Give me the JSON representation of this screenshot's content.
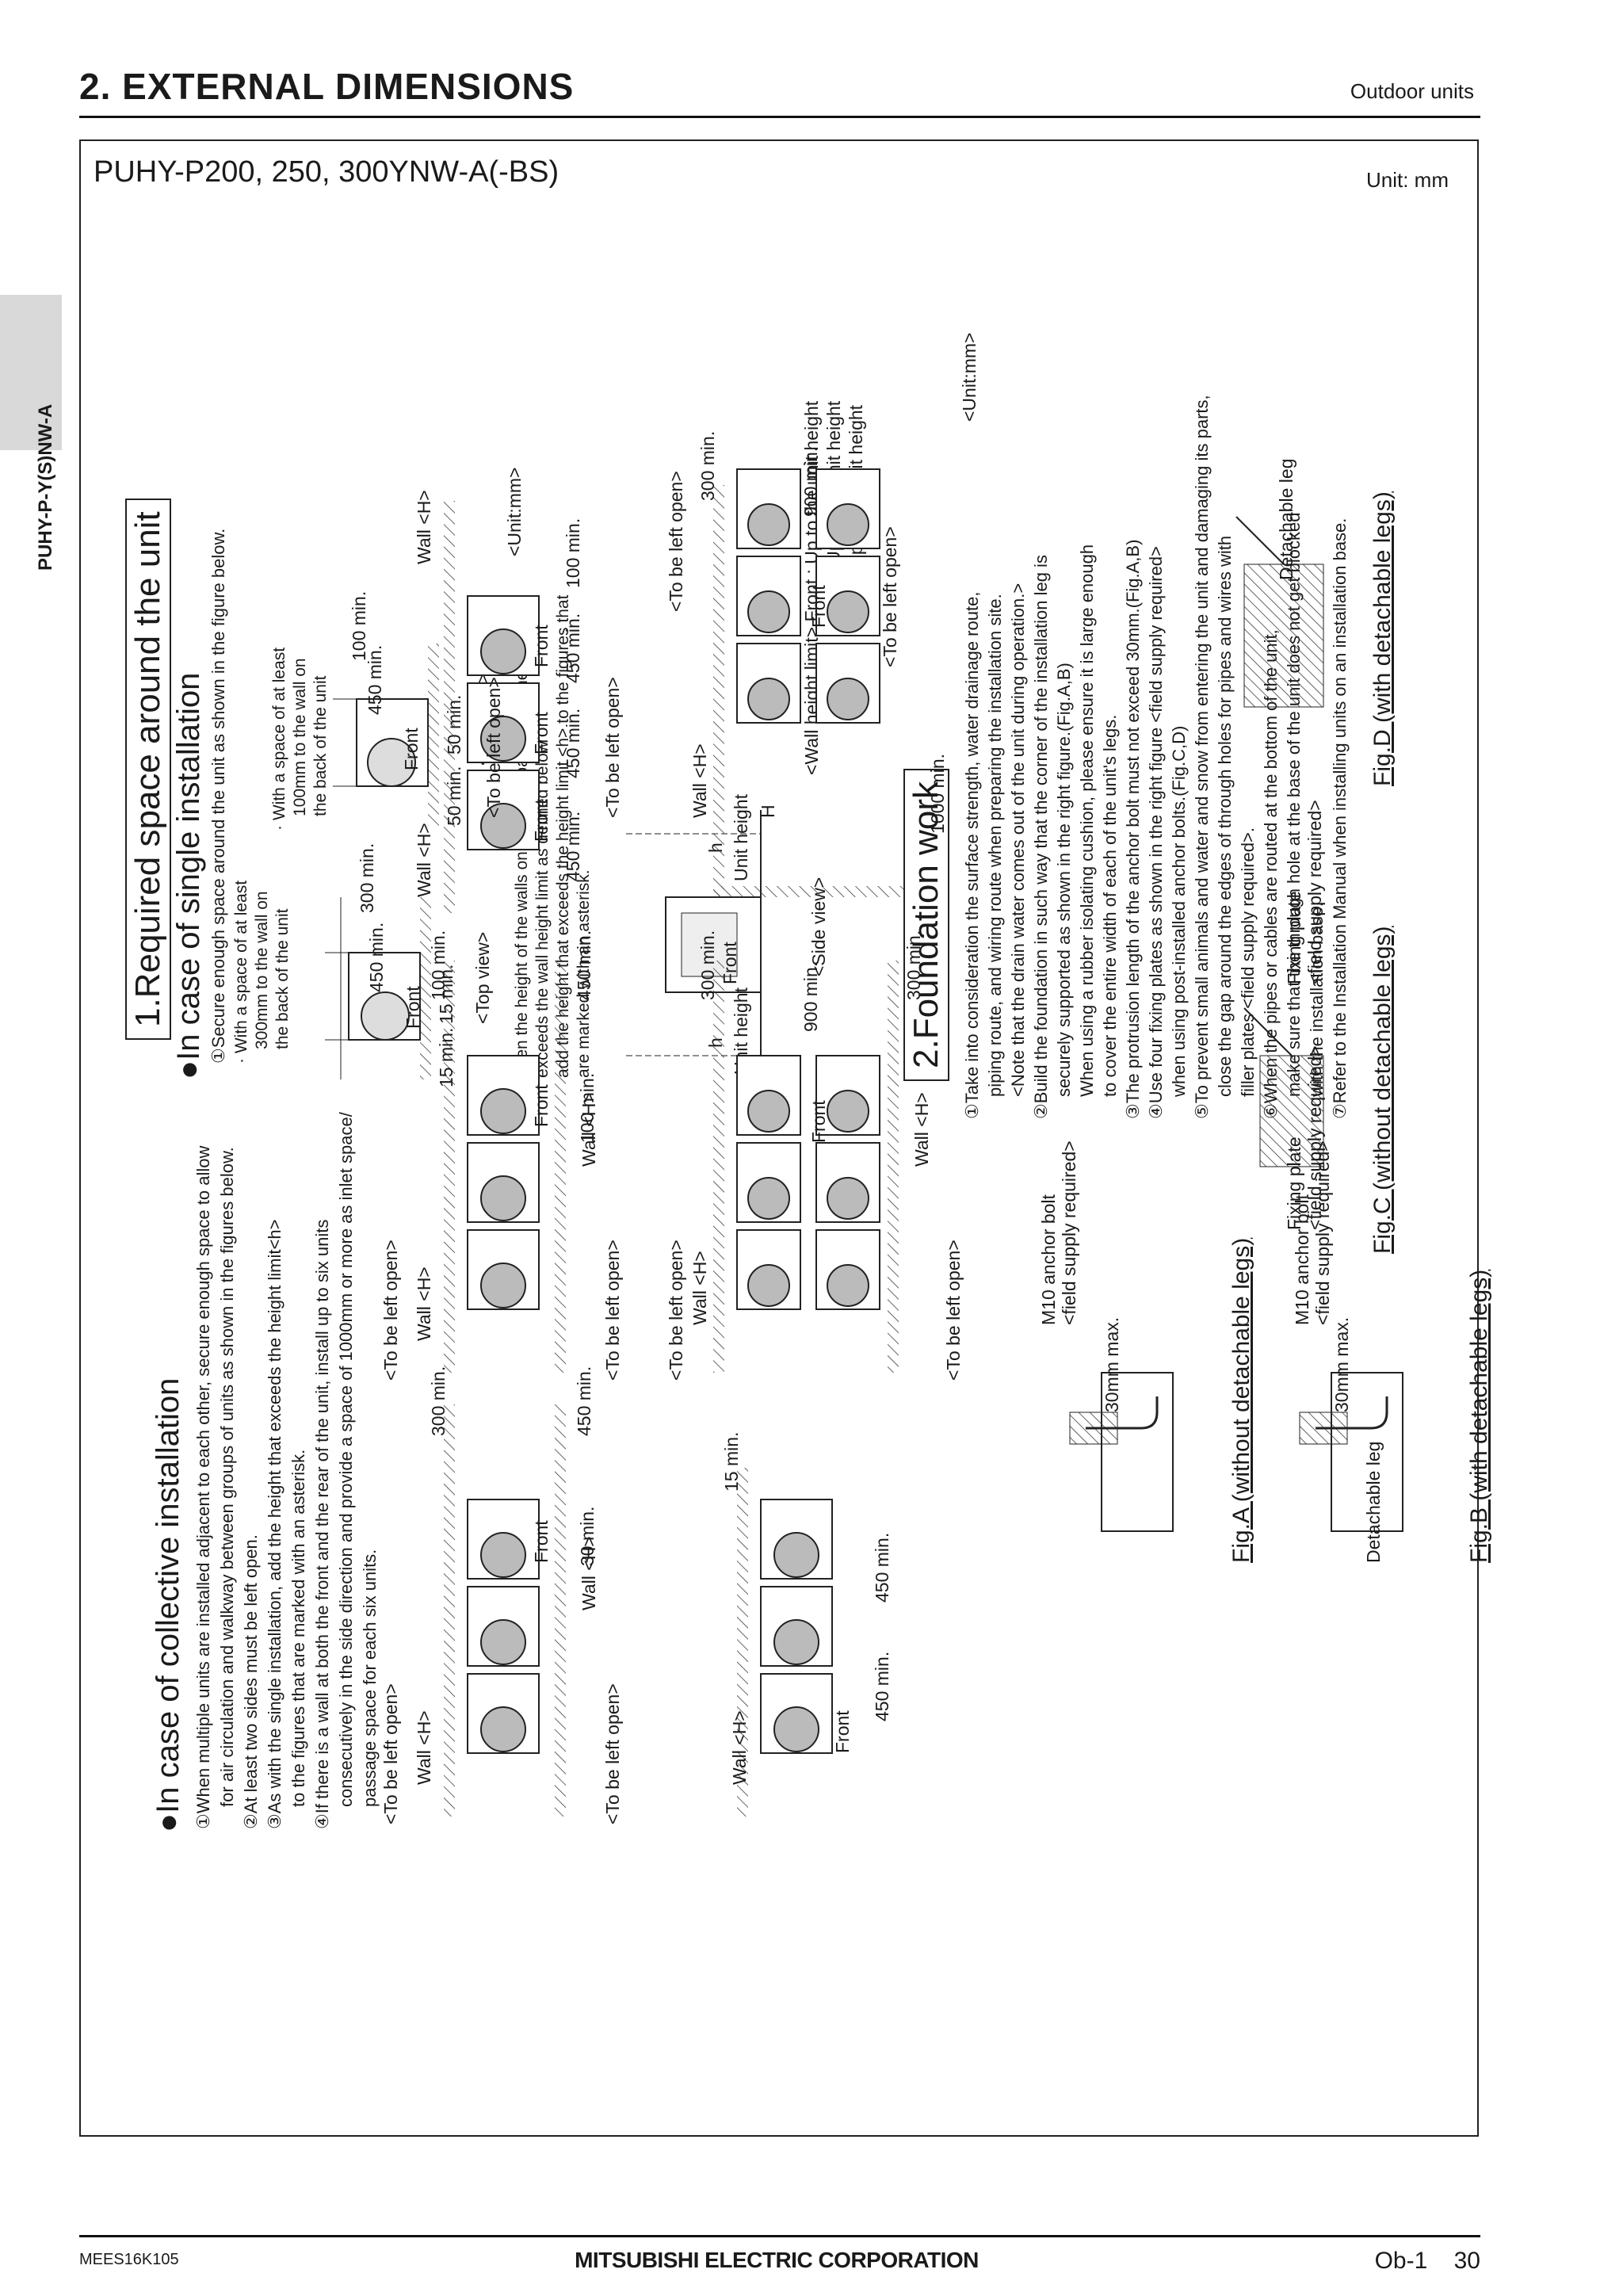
{
  "header": {
    "title": "2. EXTERNAL DIMENSIONS",
    "section": "Outdoor units"
  },
  "side_tab": {
    "label": "PUHY-P-Y(S)NW-A"
  },
  "panel": {
    "model": "PUHY-P200, 250, 300YNW-A(-BS)",
    "unit": "Unit: mm"
  },
  "required_space": {
    "heading": "1.Required space around the unit",
    "single": {
      "heading": "●In case of single installation",
      "item1": "①Secure enough space around the unit as shown in the figure below.",
      "note_left": [
        "· With a space of at least",
        "300mm to the wall on",
        "the back of the unit"
      ],
      "note_right": [
        "· With a space of at least",
        "100mm to the wall on",
        "the back of the unit"
      ],
      "left_dims": {
        "a": "300 min.",
        "b": "450 min.",
        "c": "15 min.",
        "d": "15 min."
      },
      "right_dims": {
        "a": "100 min.",
        "b": "450 min.",
        "c": "50 min.",
        "d": "50 min."
      },
      "front": "Front",
      "top_view": "<Top view>",
      "unit_mm": "<Unit:mm>",
      "item2": [
        "②When the height of the walls on the front, back or on the sides<H>",
        "exceeds the wall height limit as defined below",
        "add the height that exceeds the height limit <h> to the figures that",
        "are marked with an asterisk."
      ],
      "unit_height": "Unit height",
      "h_small": "h",
      "h_big": "H",
      "side_view": "<Side view>",
      "wall_limit": [
        "<Wall height limit> Front : Up to the unit height",
        "Back  : Up to the unit height",
        "Side  : Up to the unit height"
      ]
    },
    "collective": {
      "heading": "●In case of collective installation",
      "items": [
        "①When multiple units are installed adjacent to each other, secure enough space to allow",
        "for air circulation and walkway between groups of units as shown in the figures below.",
        "②At least two sides must be left open.",
        "③As with the single installation, add the height that exceeds the height limit<h>",
        "to the figures that are marked with an asterisk.",
        "④If there is a wall at both the front and the rear of the unit, install up to six units",
        "consecutively in the side direction and provide a space of 1000mm or more as inlet space/",
        "passage space for each six units."
      ],
      "to_be_left_open": "<To be left open>",
      "wall_h": "Wall <H>",
      "front": "Front",
      "d300": "300 min.",
      "d450": "450 min.",
      "d30": "30 min.",
      "d100": "100 min.",
      "d15": "15 min.",
      "d900": "900 min.",
      "d1000": "1000 min.",
      "unit_mm": "<Unit:mm>"
    }
  },
  "foundation": {
    "heading": "2.Foundation work",
    "items": [
      "①Take into consideration the surface strength, water drainage route,",
      "piping route, and wiring route when preparing the installation site.",
      "<Note that the drain water comes out of the unit during operation.>",
      "②Build the foundation in such way that the corner of the installation leg is",
      "securely supported as shown in the right figure.(Fig.A,B)",
      "When using a rubber isolating cushion, please ensure it is large enough",
      "to cover the entire width of each of the unit's legs.",
      "③The protrusion length of the anchor bolt must not exceed 30mm.(Fig.A,B)",
      "④Use four fixing plates as shown in the right figure <field supply required>",
      "when using post-installed anchor bolts.(Fig.C,D)",
      "⑤To prevent small animals and water and snow from entering the unit and damaging its parts,",
      "close the gap around the edges of through holes for pipes and wires with",
      "filler plates <field supply required>.",
      "⑥When the pipes or cables are routed at the bottom of the unit,",
      "make sure that the through hole at the base of the unit does not get blocked",
      "with the installation base.",
      "⑦Refer to the Installation Manual when installing units on an installation base."
    ],
    "fig_a": "Fig.A (without detachable legs)",
    "fig_b": "Fig.B (with detachable legs)",
    "fig_c": "Fig.C (without detachable legs)",
    "fig_d": "Fig.D (with detachable legs)",
    "anchor": [
      "M10 anchor bolt",
      "<field supply required>"
    ],
    "max30": "30mm max.",
    "detachable_leg": "Detachable leg",
    "fixing_plate": [
      "Fixing plate",
      "<field supply required>"
    ]
  },
  "footer": {
    "code": "MEES16K105",
    "company": "MITSUBISHI ELECTRIC CORPORATION",
    "page_code": "Ob-1",
    "page": "30"
  }
}
